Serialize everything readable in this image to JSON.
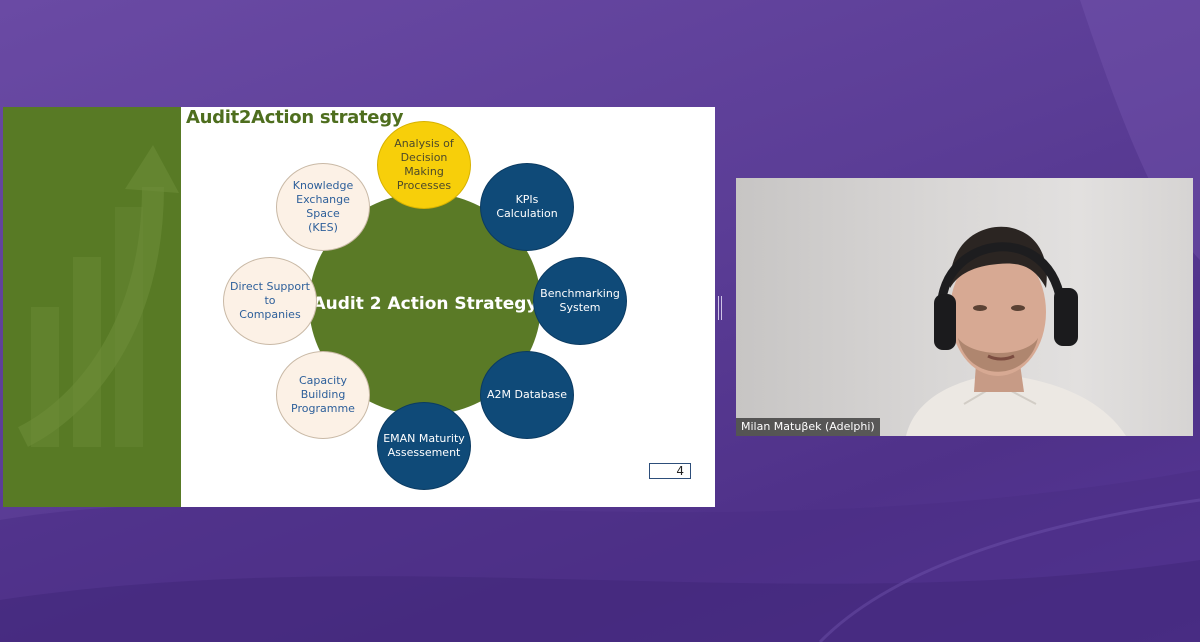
{
  "slide": {
    "title": "Audit2Action strategy",
    "center_label": "Audit 2 Action Strategy",
    "page_number": "4",
    "nodes": {
      "analysis": "Analysis of\nDecision Making\nProcesses",
      "kpis": "KPIs Calculation",
      "benchmarking": "Benchmarking\nSystem",
      "a2m": "A2M Database",
      "eman": "EMAN Maturity\nAssessement",
      "capacity": "Capacity\nBuilding\nProgramme",
      "direct_support": "Direct Support to\nCompanies",
      "kes": "Knowledge\nExchange Space\n(KES)"
    }
  },
  "participant": {
    "name": "Milan Matuβek (Adelphi)"
  },
  "colors": {
    "background": "#5b3d96",
    "slide_green": "#5a7a26",
    "node_dark_blue": "#0f4a78",
    "node_gold": "#f7cf0a",
    "node_cream": "#fcf1e6"
  }
}
